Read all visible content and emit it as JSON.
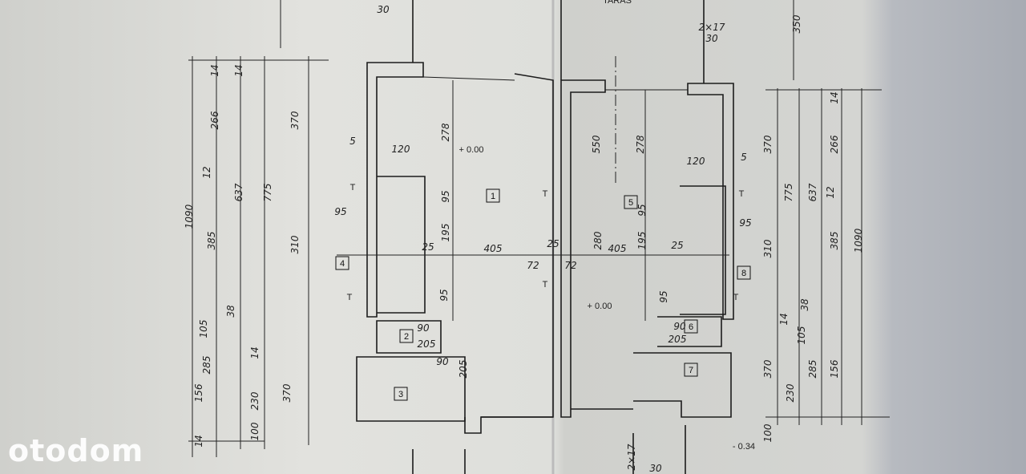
{
  "top": {
    "left_dim": "30",
    "terrace": "TARAS",
    "stair_dim_a": "2×17",
    "stair_dim_b": "30",
    "right_top": "350"
  },
  "levels": {
    "main_left": "+ 0.00",
    "main_right": "+ 0.00",
    "outside": "- 0.34"
  },
  "rooms": [
    "1",
    "2",
    "3",
    "4",
    "5",
    "6",
    "7",
    "8"
  ],
  "left_dims": {
    "d14a": "14",
    "d14b": "14",
    "d266": "266",
    "d370a": "370",
    "d1090": "1090",
    "d637": "637",
    "d775": "775",
    "d385": "385",
    "d310": "310",
    "d12": "12",
    "d38": "38",
    "d105": "105",
    "d14c": "14",
    "d285": "285",
    "d156": "156",
    "d230": "230",
    "d370b": "370",
    "d100": "100",
    "d14d": "14"
  },
  "right_dims": {
    "d370a": "370",
    "d775": "775",
    "d637": "637",
    "d266": "266",
    "d14": "14",
    "d310": "310",
    "d385": "385",
    "d12": "12",
    "d38": "38",
    "d1090": "1090",
    "d14b": "14",
    "d105": "105",
    "d285": "285",
    "d156": "156",
    "d230": "230",
    "d370b": "370",
    "d100": "100"
  },
  "interior": {
    "l_s": "5",
    "l_120": "120",
    "l_278": "278",
    "l_95a": "95",
    "l_95b": "95",
    "l_195": "195",
    "l_25": "25",
    "l_405": "405",
    "l_95c": "95",
    "l_90": "90",
    "l_205": "205",
    "l_90b": "90",
    "l_205b": "205",
    "c_72a": "72",
    "c_72b": "72",
    "c_25": "25",
    "r_550": "550",
    "r_278": "278",
    "r_120": "120",
    "r_s": "5",
    "r_95": "95",
    "r_280": "280",
    "r_405": "405",
    "r_195": "195",
    "r_25": "25",
    "r_95b": "95",
    "r_95c": "95",
    "r_90": "90",
    "r_205": "205",
    "b_217": "2×17",
    "b_30": "30",
    "t1": "T",
    "t2": "T",
    "t3": "T",
    "t4": "T",
    "t5": "T",
    "t6": "T"
  },
  "watermark": "otodom"
}
